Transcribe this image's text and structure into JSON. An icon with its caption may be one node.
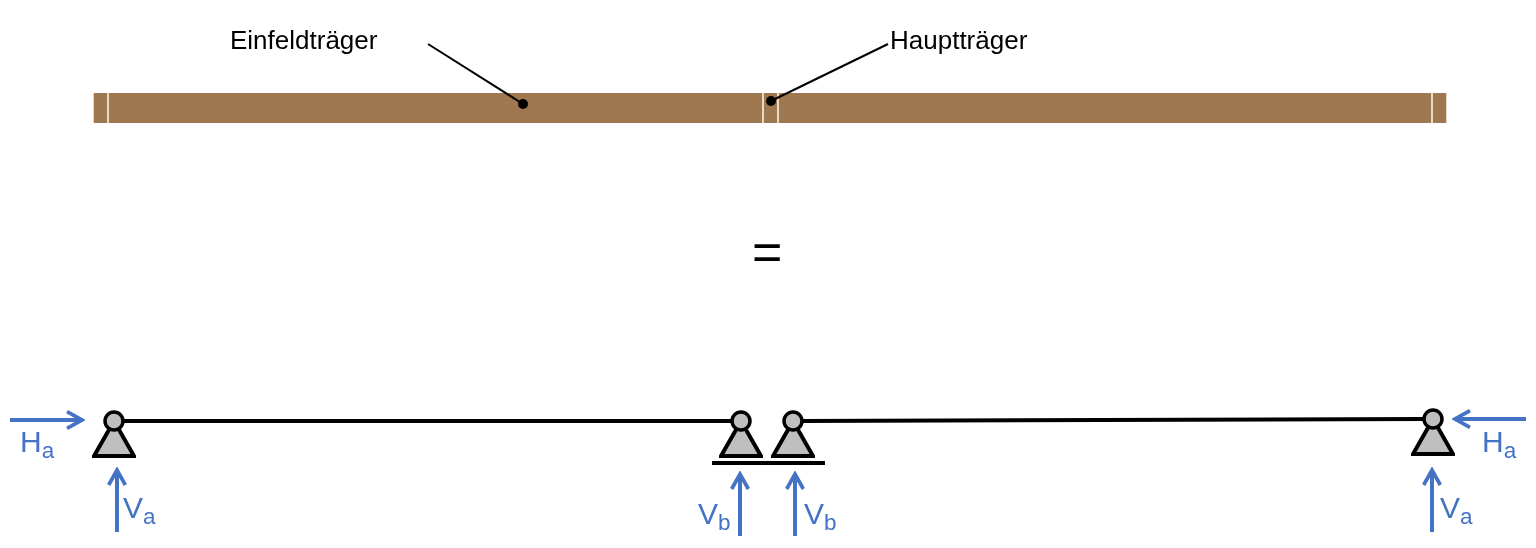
{
  "diagram": {
    "nodes": [
      {
        "text": [
          "Einfeldträger"
        ]
      },
      {
        "text": [
          "Hauptträger"
        ]
      },
      {
        "text": [],
        "shape": "bar"
      },
      {
        "text": [],
        "shape": "bar"
      },
      {
        "text": [],
        "shape": "bar"
      },
      {
        "text": [],
        "shape": "bar"
      },
      {
        "text": [],
        "shape": "bar"
      },
      {
        "text": [],
        "shape": "triangle"
      },
      {
        "text": [],
        "shape": "triangle"
      },
      {
        "text": [],
        "shape": "triangle"
      },
      {
        "text": [],
        "shape": "triangle"
      }
    ],
    "edges": [
      {
        "from": 0,
        "to": 3,
        "arrow": "other"
      },
      {
        "from": 1,
        "to": 4,
        "arrow": "other"
      },
      {
        "from": 7,
        "to": 8,
        "arrow": "none"
      },
      {
        "from": 9,
        "to": 10,
        "arrow": "none"
      }
    ],
    "labels": [
      "=",
      "H$_{a}$",
      "V$_{a}$",
      "V$_{b}$",
      "V$_{b}$",
      "H$_{a}$",
      "V$_{a}$"
    ]
  }
}
